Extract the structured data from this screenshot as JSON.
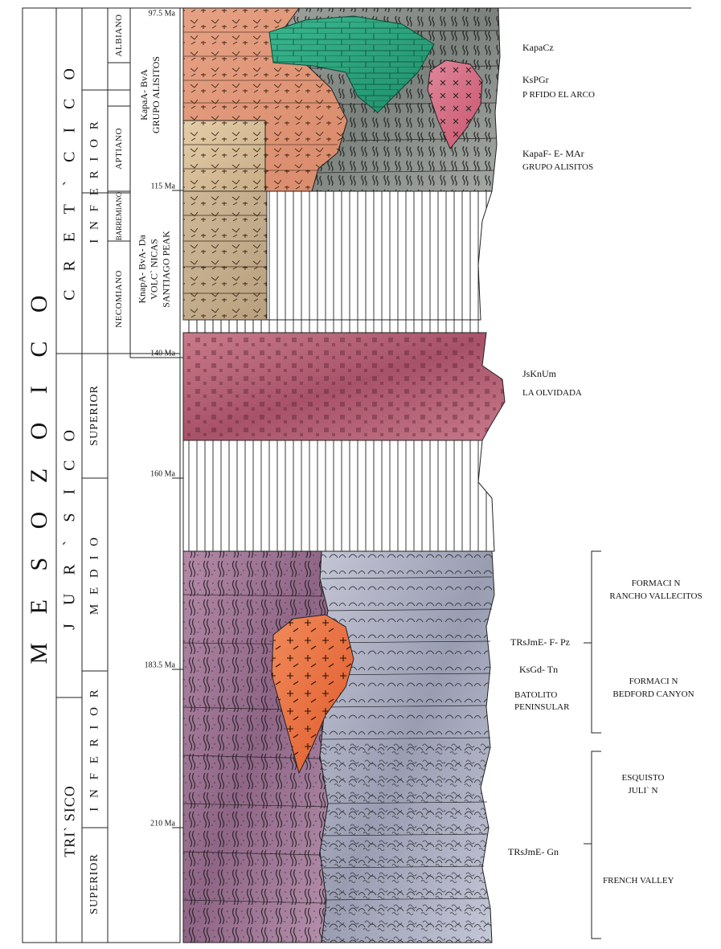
{
  "era": "M E S O Z O I C O",
  "periods": {
    "cretacico": "C R E T ` C I C O",
    "jurasico": "J U R ` S I C O",
    "triasico": "TRI` SICO"
  },
  "epochs": {
    "cret_inferior": "I N F E R I O R",
    "jur_superior": "SUPERIOR",
    "jur_medio": "M E D I O",
    "jur_inferior": "I N F E R I O R",
    "tri_superior": "SUPERIOR"
  },
  "ages": {
    "albiano": "ALBIANO",
    "aptiano": "APTIANO",
    "barremiano": "BARREMIANO",
    "necomiano": "NECOMIANO"
  },
  "ma_ticks": [
    "97.5 Ma",
    "115 Ma",
    "140 Ma",
    "160 Ma",
    "183.5 Ma",
    "210 Ma"
  ],
  "column_units": {
    "kapa_bva": {
      "code": "KapaA- BvA",
      "name": "GRUPO ALISITOS"
    },
    "knapa": {
      "code": "KnapA- BvA- Da",
      "name1": "VOLC` NICAS",
      "name2": "SANTIAGO PEAK"
    }
  },
  "right_labels": {
    "kapacz": "KapaCz",
    "kspgr": "KsPGr",
    "porfido": "P   RFIDO EL ARCO",
    "kapaf": "KapaF- E- MAr",
    "grupo_alisitos": "GRUPO ALISITOS",
    "jsknum": "JsKnUm",
    "la_olvidada": "LA OLVIDADA",
    "trsjme_f": "TRsJmE- F- Pz",
    "ksgd": "KsGd- Tn",
    "batolito1": "BATOLITO",
    "batolito2": "PENINSULAR",
    "trsjme_gn": "TRsJmE- Gn"
  },
  "formations": {
    "rancho1": "FORMACI   N",
    "rancho2": "RANCHO VALLECITOS",
    "bedford1": "FORMACI   N",
    "bedford2": "BEDFORD CANYON",
    "esquisto1": "ESQUISTO",
    "esquisto2": "JULI` N",
    "french": "FRENCH VALLEY"
  }
}
